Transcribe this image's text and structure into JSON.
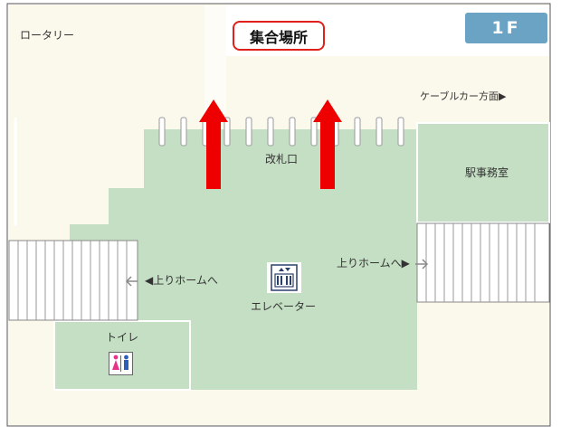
{
  "floor_badge": "1F",
  "labels": {
    "assembly_point": "集合場所",
    "rotary": "ロータリー",
    "cable_car": "ケーブルカー方面▶",
    "ticket_gate": "改札口",
    "station_office": "駅事務室",
    "up_platform_left": "◀上りホームへ",
    "up_platform_right": "上りホームへ▶",
    "elevator": "エレベーター",
    "toilet": "トイレ"
  },
  "icons": {
    "elevator": "elevator-icon",
    "toilet": "restroom-icon",
    "direction_arrows": "red-up-arrow-icon"
  },
  "colors": {
    "floor_area": "#c4dfc3",
    "background_area": "#fbf8ec",
    "accent_red": "#ee0000",
    "badge_blue": "#6aa3c3",
    "toilet_female": "#e8338a",
    "toilet_male": "#2b5fb8"
  }
}
